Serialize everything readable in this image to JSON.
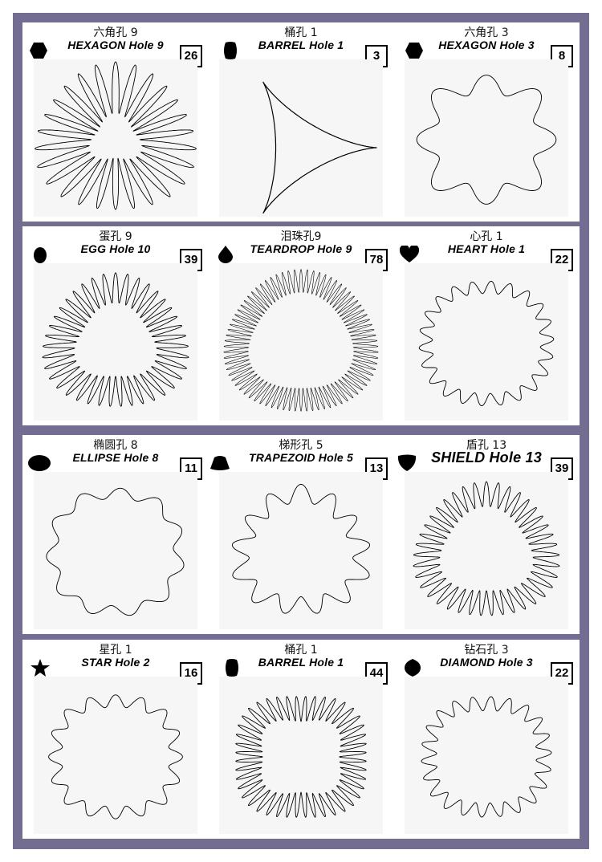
{
  "colors": {
    "frame": "#736d91",
    "ink": "#000000",
    "panel": "#ffffff"
  },
  "cards": [
    {
      "cn": "六角孔 9",
      "en": "HEXAGON Hole 9",
      "count": "26",
      "icon": "hexagon-icon",
      "pattern": {
        "sym": 3,
        "loops": 26,
        "R": 80,
        "d": 58,
        "inner": 40
      }
    },
    {
      "cn": "桶孔 1",
      "en": "BARREL Hole 1",
      "count": "3",
      "icon": "barrel-icon",
      "pattern": {
        "sym": 3,
        "loops": 3,
        "R": 80,
        "d": 0,
        "inner": 0
      }
    },
    {
      "cn": "六角孔 3",
      "en": "HEXAGON Hole 3",
      "count": "8",
      "icon": "hexagon-icon",
      "pattern": {
        "sym": 4,
        "loops": 8,
        "R": 82,
        "d": 22,
        "inner": 60
      }
    },
    {
      "cn": "蛋孔 9",
      "en": "EGG Hole 10",
      "count": "39",
      "icon": "egg-icon",
      "pattern": {
        "sym": 3,
        "loops": 39,
        "R": 84,
        "d": 34,
        "inner": 45
      }
    },
    {
      "cn": "泪珠孔9",
      "en": "TEARDROP Hole 9",
      "count": "78",
      "icon": "teardrop-icon",
      "pattern": {
        "sym": 3,
        "loops": 78,
        "R": 90,
        "d": 26,
        "inner": 58
      }
    },
    {
      "cn": "心孔 1",
      "en": "HEART Hole 1",
      "count": "22",
      "icon": "heart-icon",
      "pattern": {
        "sym": 4,
        "loops": 22,
        "R": 80,
        "d": 14,
        "inner": 64
      }
    },
    {
      "cn": "椭圆孔 8",
      "en": "ELLIPSE Hole 8",
      "count": "11",
      "icon": "ellipse-icon",
      "pattern": {
        "sym": 4,
        "loops": 11,
        "R": 82,
        "d": 12,
        "inner": 68
      }
    },
    {
      "cn": "梯形孔 5",
      "en": "TRAPEZOID Hole 5",
      "count": "13",
      "icon": "trapezoid-icon",
      "pattern": {
        "sym": 3,
        "loops": 13,
        "R": 84,
        "d": 20,
        "inner": 56
      }
    },
    {
      "cn": "盾孔 13",
      "en": "SHIELD Hole 13",
      "count": "39",
      "icon": "shield-icon",
      "pattern": {
        "sym": 3,
        "loops": 39,
        "R": 86,
        "d": 28,
        "inner": 50
      }
    },
    {
      "cn": "星孔 1",
      "en": "STAR Hole 2",
      "count": "16",
      "icon": "star-icon",
      "pattern": {
        "sym": 4,
        "loops": 16,
        "R": 82,
        "d": 14,
        "inner": 62
      }
    },
    {
      "cn": "桶孔 1",
      "en": "BARREL Hole 1",
      "count": "44",
      "icon": "barrel-icon",
      "pattern": {
        "sym": 4,
        "loops": 44,
        "R": 86,
        "d": 28,
        "inner": 44
      }
    },
    {
      "cn": "钻石孔 3",
      "en": "DIAMOND Hole 3",
      "count": "22",
      "icon": "diamond-icon",
      "pattern": {
        "sym": 4,
        "loops": 22,
        "R": 80,
        "d": 16,
        "inner": 58
      }
    }
  ]
}
